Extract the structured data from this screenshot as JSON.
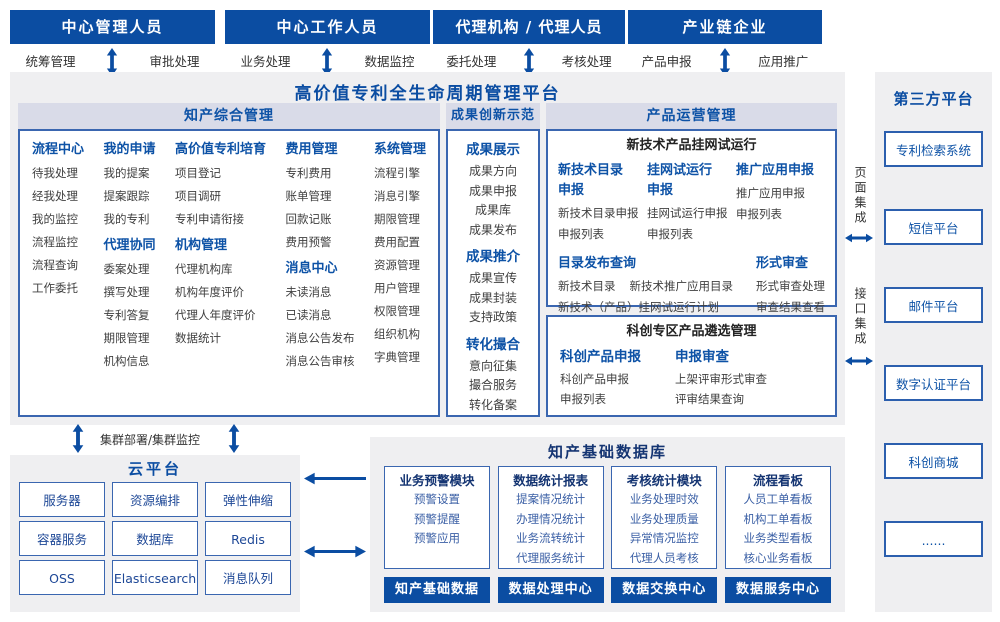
{
  "colors": {
    "primary_blue": "#0b4da2",
    "band_lavender": "#d9dbe8",
    "panel_gray": "#efeff1",
    "border_blue": "#3a66b0"
  },
  "actors": [
    {
      "title": "中心管理人员",
      "left_label": "统筹管理",
      "right_label": "审批处理"
    },
    {
      "title": "中心工作人员",
      "left_label": "业务处理",
      "right_label": "数据监控"
    },
    {
      "title": "代理机构 / 代理人员",
      "left_label": "委托处理",
      "right_label": "考核处理"
    },
    {
      "title": "产业链企业",
      "left_label": "产品申报",
      "right_label": "应用推广"
    }
  ],
  "platform": {
    "title": "高价值专利全生命周期管理平台",
    "sections": {
      "ip_management": {
        "title": "知产综合管理",
        "columns": [
          {
            "groups": [
              {
                "title": "流程中心",
                "items": [
                  "待我处理",
                  "经我处理",
                  "我的监控",
                  "流程监控",
                  "流程查询",
                  "工作委托"
                ]
              }
            ]
          },
          {
            "groups": [
              {
                "title": "我的申请",
                "items": [
                  "我的提案",
                  "提案跟踪",
                  "我的专利"
                ]
              },
              {
                "title": "代理协同",
                "items": [
                  "委案处理",
                  "撰写处理",
                  "专利答复",
                  "期限管理",
                  "机构信息"
                ]
              }
            ]
          },
          {
            "groups": [
              {
                "title": "高价值专利培育",
                "items": [
                  "项目登记",
                  "项目调研",
                  "专利申请衔接"
                ]
              },
              {
                "title": "机构管理",
                "items": [
                  "代理机构库",
                  "机构年度评价",
                  "代理人年度评价",
                  "数据统计"
                ]
              }
            ]
          },
          {
            "groups": [
              {
                "title": "费用管理",
                "items": [
                  "专利费用",
                  "账单管理",
                  "回款记账",
                  "费用预警"
                ]
              },
              {
                "title": "消息中心",
                "items": [
                  "未读消息",
                  "已读消息",
                  "消息公告发布",
                  "消息公告审核"
                ]
              }
            ]
          },
          {
            "groups": [
              {
                "title": "系统管理",
                "items": [
                  "流程引擎",
                  "消息引擎",
                  "期限管理",
                  "费用配置",
                  "资源管理",
                  "用户管理",
                  "权限管理",
                  "组织机构",
                  "字典管理"
                ]
              }
            ]
          }
        ]
      },
      "innovation": {
        "title": "成果创新示范",
        "groups": [
          {
            "title": "成果展示",
            "items": [
              "成果方向",
              "成果申报",
              "成果库",
              "成果发布"
            ]
          },
          {
            "title": "成果推介",
            "items": [
              "成果宣传",
              "成果封装",
              "支持政策"
            ]
          },
          {
            "title": "转化撮合",
            "items": [
              "意向征集",
              "撮合服务",
              "转化备案"
            ]
          }
        ]
      },
      "product_ops": {
        "title": "产品运营管理",
        "box1": {
          "title": "新技术产品挂网试运行",
          "columns": [
            {
              "title": "新技术目录申报",
              "items": [
                "新技术目录申报",
                "申报列表"
              ]
            },
            {
              "title": "挂网试运行申报",
              "items": [
                "挂网试运行申报",
                "申报列表"
              ]
            },
            {
              "title": "推广应用申报",
              "items": [
                "推广应用申报",
                "申报列表"
              ]
            }
          ],
          "catalog_query": {
            "title": "目录发布查询",
            "row1a": "新技术目录",
            "row1b": "新技术推广应用目录",
            "row2": "新技术（产品）挂网试运行计划"
          },
          "formal_review": {
            "title": "形式审查",
            "items": [
              "形式审查处理",
              "审查结果查看"
            ]
          }
        },
        "box2": {
          "title": "科创专区产品遴选管理",
          "columns": [
            {
              "title": "科创产品申报",
              "items": [
                "科创产品申报",
                "申报列表"
              ]
            },
            {
              "title": "申报审查",
              "items": [
                "上架评审形式审查",
                "评审结果查询"
              ]
            }
          ]
        }
      }
    }
  },
  "third_party": {
    "title": "第三方平台",
    "items": [
      "专利检索系统",
      "短信平台",
      "邮件平台",
      "数字认证平台",
      "科创商城",
      "......"
    ]
  },
  "integration": {
    "page": "页面集成",
    "api": "接口集成"
  },
  "cluster_label": "集群部署/集群监控",
  "cloud": {
    "title": "云平台",
    "items": [
      "服务器",
      "资源编排",
      "弹性伸缩",
      "容器服务",
      "数据库",
      "Redis",
      "OSS",
      "Elasticsearch",
      "消息队列"
    ]
  },
  "data_platform": {
    "title": "知产基础数据库",
    "modules": [
      {
        "title": "业务预警模块",
        "items": [
          "预警设置",
          "预警提醒",
          "预警应用"
        ]
      },
      {
        "title": "数据统计报表",
        "items": [
          "提案情况统计",
          "办理情况统计",
          "业务流转统计",
          "代理服务统计"
        ]
      },
      {
        "title": "考核统计模块",
        "items": [
          "业务处理时效",
          "业务处理质量",
          "异常情况监控",
          "代理人员考核"
        ]
      },
      {
        "title": "流程看板",
        "items": [
          "人员工单看板",
          "机构工单看板",
          "业务类型看板",
          "核心业务看板"
        ]
      }
    ],
    "centers": [
      "知产基础数据",
      "数据处理中心",
      "数据交换中心",
      "数据服务中心"
    ]
  }
}
